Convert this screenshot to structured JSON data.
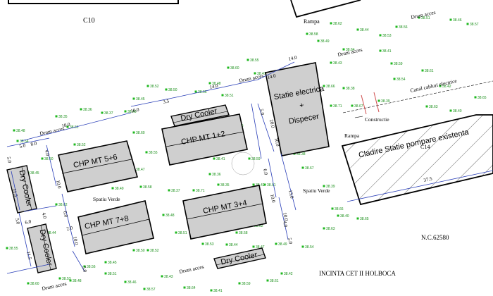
{
  "labels": {
    "c10": "C10",
    "rampa": "Rampa",
    "rampa2": "Rampa",
    "drum_acces_1": "Drum acces",
    "drum_acces_2": "Drum acces",
    "drum_acces_3": "Drum acces",
    "drum_acces_4": "Drum acces",
    "drum_acces_5": "Drum acces",
    "drum_acces_6": "Drum acces",
    "canal_cabluri": "Canal cabluri electrice",
    "constructie": "Constructie",
    "statie_line1": "Statie electrica",
    "statie_line2": "+",
    "statie_line3": "Dispecer",
    "cladire": "Cladire Statie pompare existenta",
    "c14": "C14",
    "dry_cooler_1": "Dry Cooler",
    "dry_cooler_2": "Dry Cooler",
    "dry_cooler_3": "Dry Cooler",
    "dry_cooler_4": "Dry Cooler",
    "chp_12": "CHP MT 1+2",
    "chp_34": "CHP MT 3+4",
    "chp_56": "CHP MT 5+6",
    "chp_78": "CHP MT 7+8",
    "spatiu_verde_1": "Spatiu Verde",
    "spatiu_verde_2": "Spatiu Verde",
    "nc": "N.C.62580",
    "incinta": "INCINTA CET II HOLBOCA"
  },
  "dimensions": [
    "14.0",
    "14.0",
    "14.0",
    "10.0",
    "3.5",
    "18.0",
    "8.0",
    "4.0",
    "5.0",
    "20.0",
    "10.0",
    "5.0",
    "6.0",
    "10.0",
    "13.0",
    "10.0",
    "4.0",
    "5.0",
    "37.5",
    "10.0",
    "6.0",
    "10.0",
    "5.0",
    "11.5",
    "11.5",
    "5.0",
    "4.0",
    "5.0",
    "6.0",
    "2.0"
  ],
  "elevations": [
    "38.52",
    "38.50",
    "38.45",
    "38.48",
    "38.60",
    "38.55",
    "38.47",
    "38.58",
    "38.49",
    "38.62",
    "38.44",
    "38.53",
    "38.56",
    "38.51",
    "38.46",
    "38.57",
    "38.43",
    "38.64",
    "38.41",
    "38.59",
    "38.61",
    "38.42",
    "38.54",
    "38.63",
    "38.40",
    "38.65",
    "38.39",
    "38.66",
    "38.38",
    "38.67",
    "38.71",
    "38.35",
    "38.36",
    "38.37",
    "38.48",
    "38.51"
  ]
}
